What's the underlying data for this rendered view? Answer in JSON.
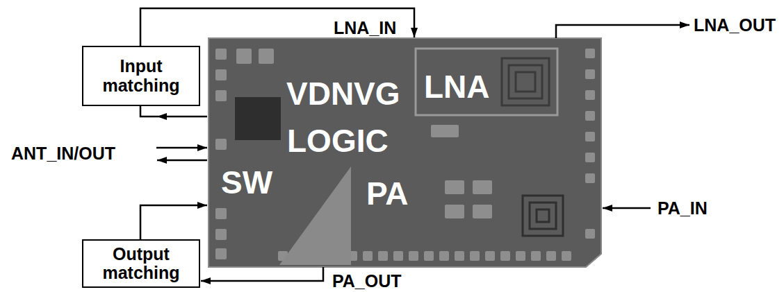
{
  "diagram": {
    "nodes": [
      {
        "text": [
          "Input matching"
        ]
      },
      {
        "text": [
          "Output matching"
        ]
      }
    ],
    "labels": [
      "LNA_IN",
      "LNA_OUT",
      "VDNVG",
      "LNA",
      "ANT_IN/OUT",
      "LOGIC",
      "SW",
      "PA",
      "PA_IN",
      "PA_OUT"
    ]
  }
}
